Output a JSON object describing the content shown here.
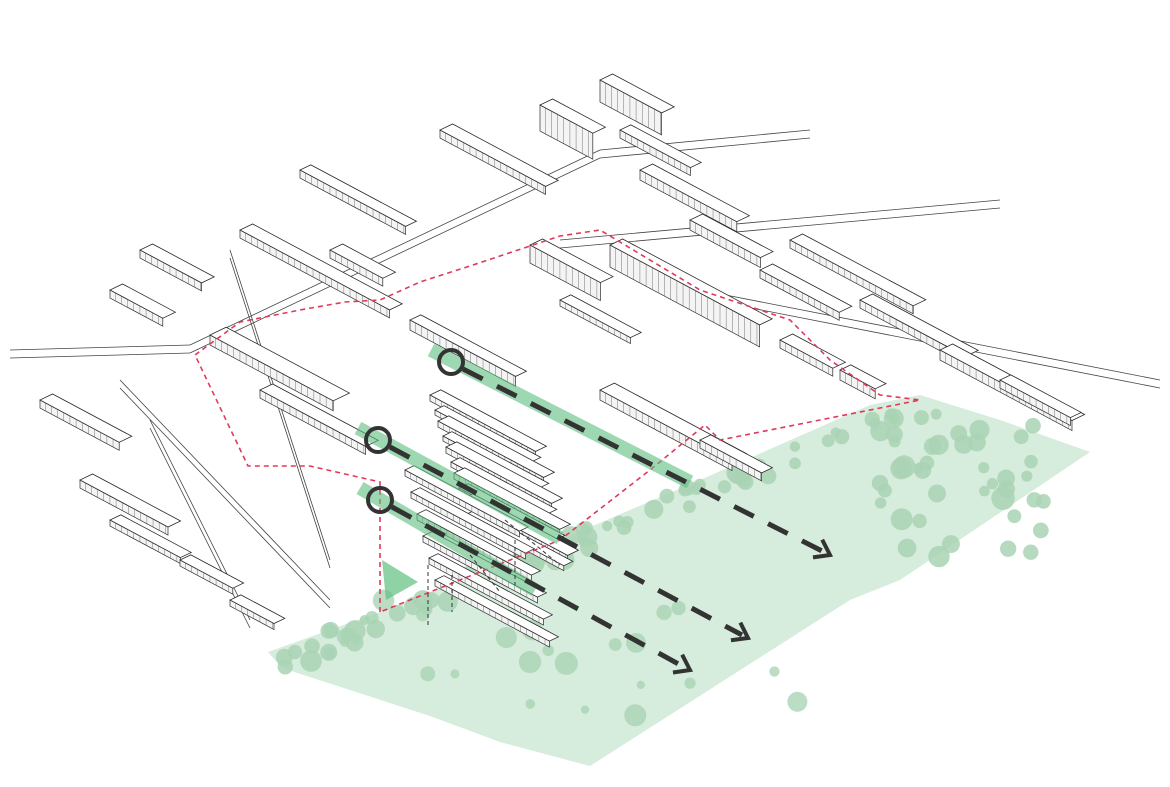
{
  "diagram": {
    "kind": "axonometric masterplan sketch",
    "colors": {
      "park": "#d6ecdc",
      "tree": "#a9d4b4",
      "corridor": "#5fbf7f",
      "boundary": "#e0395a",
      "ink": "#2b2b2b",
      "arrow": "#333333"
    },
    "view_corridors": [
      {
        "id": "corridor-1"
      },
      {
        "id": "corridor-2"
      },
      {
        "id": "corridor-3"
      }
    ]
  }
}
